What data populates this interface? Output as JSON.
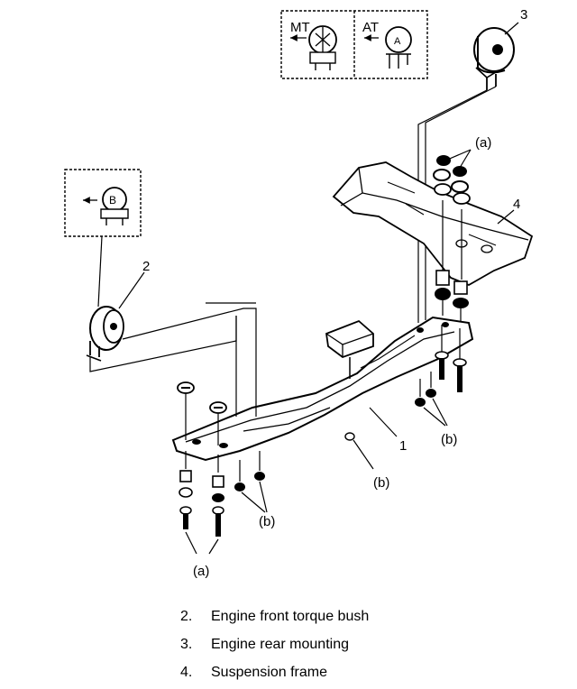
{
  "callouts": {
    "n1": "1",
    "n2": "2",
    "n3": "3",
    "n4": "4",
    "a": "(a)",
    "b": "(b)"
  },
  "insets": {
    "rear_mt": "MT",
    "rear_at": "AT",
    "front_letter": "B",
    "rear_at_letter": "A"
  },
  "legend": [
    {
      "no": "2.",
      "text": "Engine front torque bush"
    },
    {
      "no": "3.",
      "text": "Engine rear mounting"
    },
    {
      "no": "4.",
      "text": "Suspension frame"
    }
  ]
}
